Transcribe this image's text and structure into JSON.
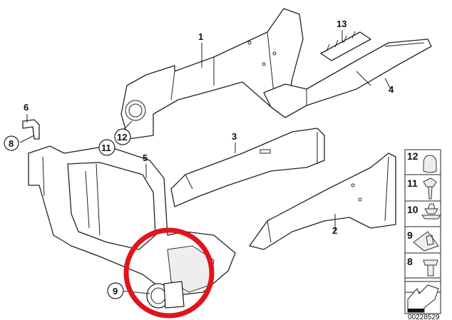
{
  "diagram": {
    "callouts": {
      "p1": "1",
      "p2": "2",
      "p3": "3",
      "p4": "4",
      "p5": "5",
      "p6": "6",
      "p13": "13",
      "c8": "8",
      "c11": "11",
      "c12": "12",
      "c9": "9"
    },
    "legend": [
      {
        "number": "12",
        "part": "cap-nut"
      },
      {
        "number": "11",
        "part": "screw"
      },
      {
        "number": "10",
        "part": "expanding-rivet"
      },
      {
        "number": "9",
        "part": "clip-nut"
      },
      {
        "number": "8",
        "part": "bolt"
      }
    ],
    "diagram_code": "00228529",
    "highlight_color": "#e0141b"
  }
}
